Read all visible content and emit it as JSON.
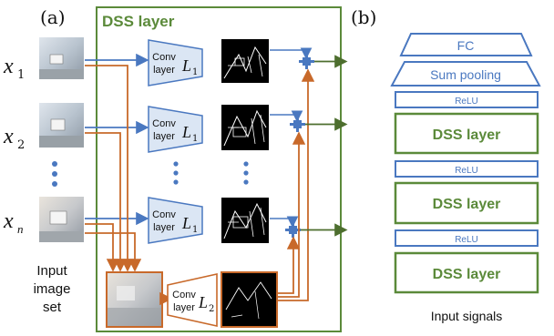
{
  "panel_a": {
    "tag": "(a)",
    "dss_layer_title": "DSS layer",
    "inputs": [
      {
        "var": "x",
        "sub": "1"
      },
      {
        "var": "x",
        "sub": "2"
      },
      {
        "var": "x",
        "sub": "n"
      }
    ],
    "input_caption": [
      "Input",
      "image",
      "set"
    ],
    "conv_l1": {
      "line1": "Conv",
      "line2": "layer",
      "math_var": "L",
      "math_sub": "1"
    },
    "conv_l2": {
      "line1": "Conv",
      "line2": "layer",
      "math_var": "L",
      "math_sub": "2"
    },
    "colors": {
      "green": "#5b8a3a",
      "blue": "#4a78c0",
      "orange": "#c8692a",
      "light_blue": "#dbe6f4"
    }
  },
  "panel_b": {
    "tag": "(b)",
    "stack": [
      {
        "label": "FC",
        "kind": "trap"
      },
      {
        "label": "Sum pooling",
        "kind": "trap"
      },
      {
        "label": "ReLU",
        "kind": "relu"
      },
      {
        "label": "DSS layer",
        "kind": "dss"
      },
      {
        "label": "ReLU",
        "kind": "relu"
      },
      {
        "label": "DSS layer",
        "kind": "dss"
      },
      {
        "label": "ReLU",
        "kind": "relu"
      },
      {
        "label": "DSS layer",
        "kind": "dss"
      }
    ],
    "caption": "Input signals"
  }
}
